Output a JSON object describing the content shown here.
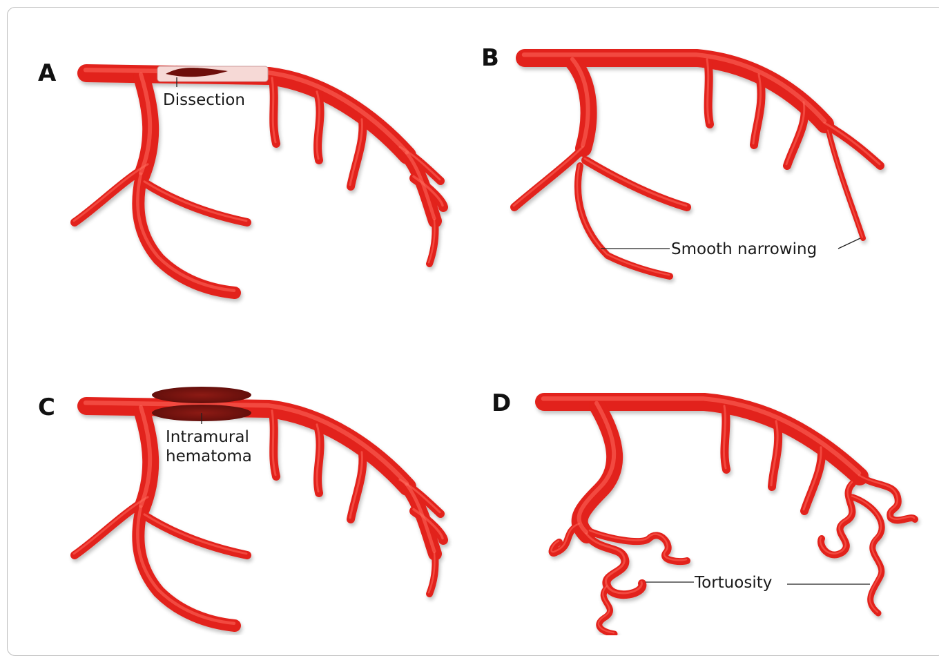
{
  "panels": {
    "A": {
      "letter": "A",
      "label": "Dissection"
    },
    "B": {
      "letter": "B",
      "label": "Smooth narrowing"
    },
    "C": {
      "letter": "C",
      "label_line1": "Intramural",
      "label_line2": "hematoma"
    },
    "D": {
      "letter": "D",
      "label": "Tortuosity"
    }
  },
  "colors": {
    "artery": "#e2231a",
    "artery_dark": "#a5120e",
    "artery_highlight": "#ff6b5e",
    "hematoma": "#7b1410",
    "frame": "#bdbdbd"
  },
  "icons": [
    "coronary-artery-illustration"
  ]
}
